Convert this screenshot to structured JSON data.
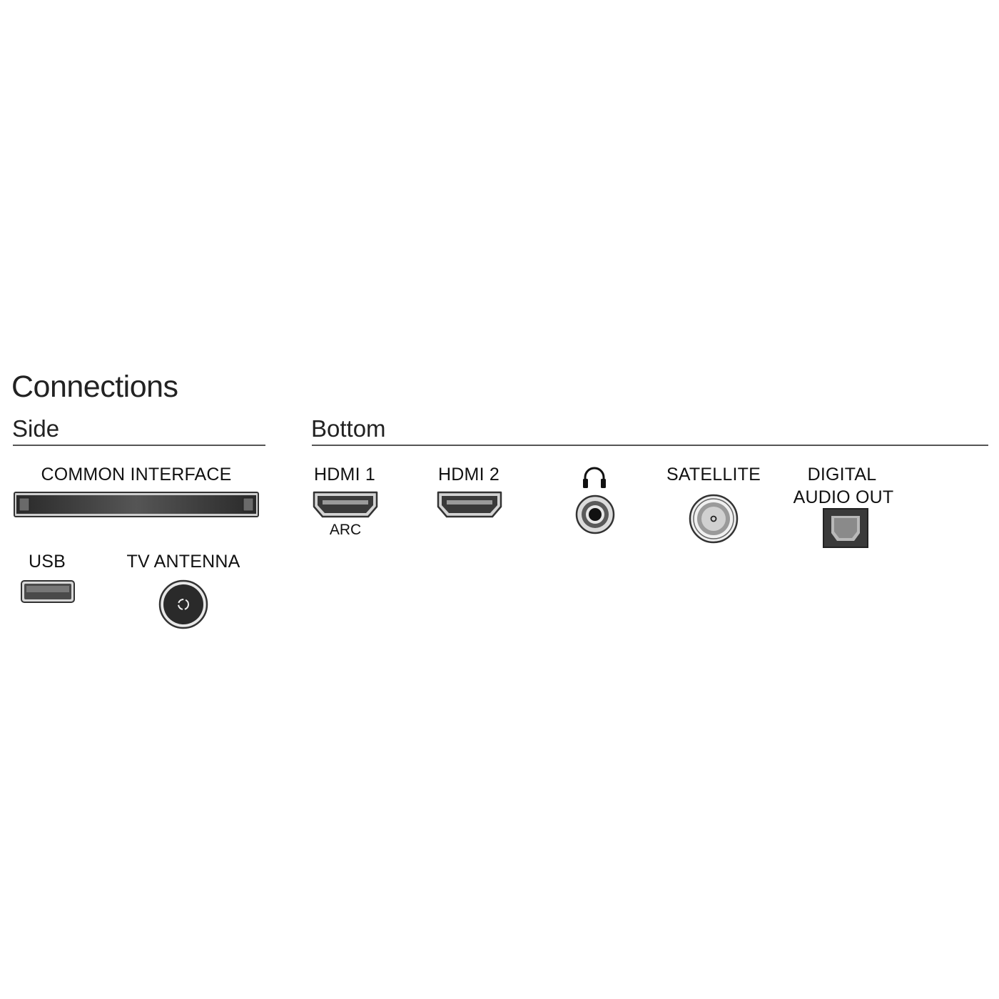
{
  "title": "Connections",
  "sections": {
    "side": {
      "heading": "Side",
      "ports": {
        "common_interface": "COMMON INTERFACE",
        "usb": "USB",
        "tv_antenna": "TV ANTENNA"
      }
    },
    "bottom": {
      "heading": "Bottom",
      "ports": {
        "hdmi1": "HDMI 1",
        "hdmi1_sub": "ARC",
        "hdmi2": "HDMI 2",
        "headphone_icon": "headphones-icon",
        "satellite": "SATELLITE",
        "digital_audio_line1": "DIGITAL",
        "digital_audio_line2": "AUDIO OUT"
      }
    }
  }
}
